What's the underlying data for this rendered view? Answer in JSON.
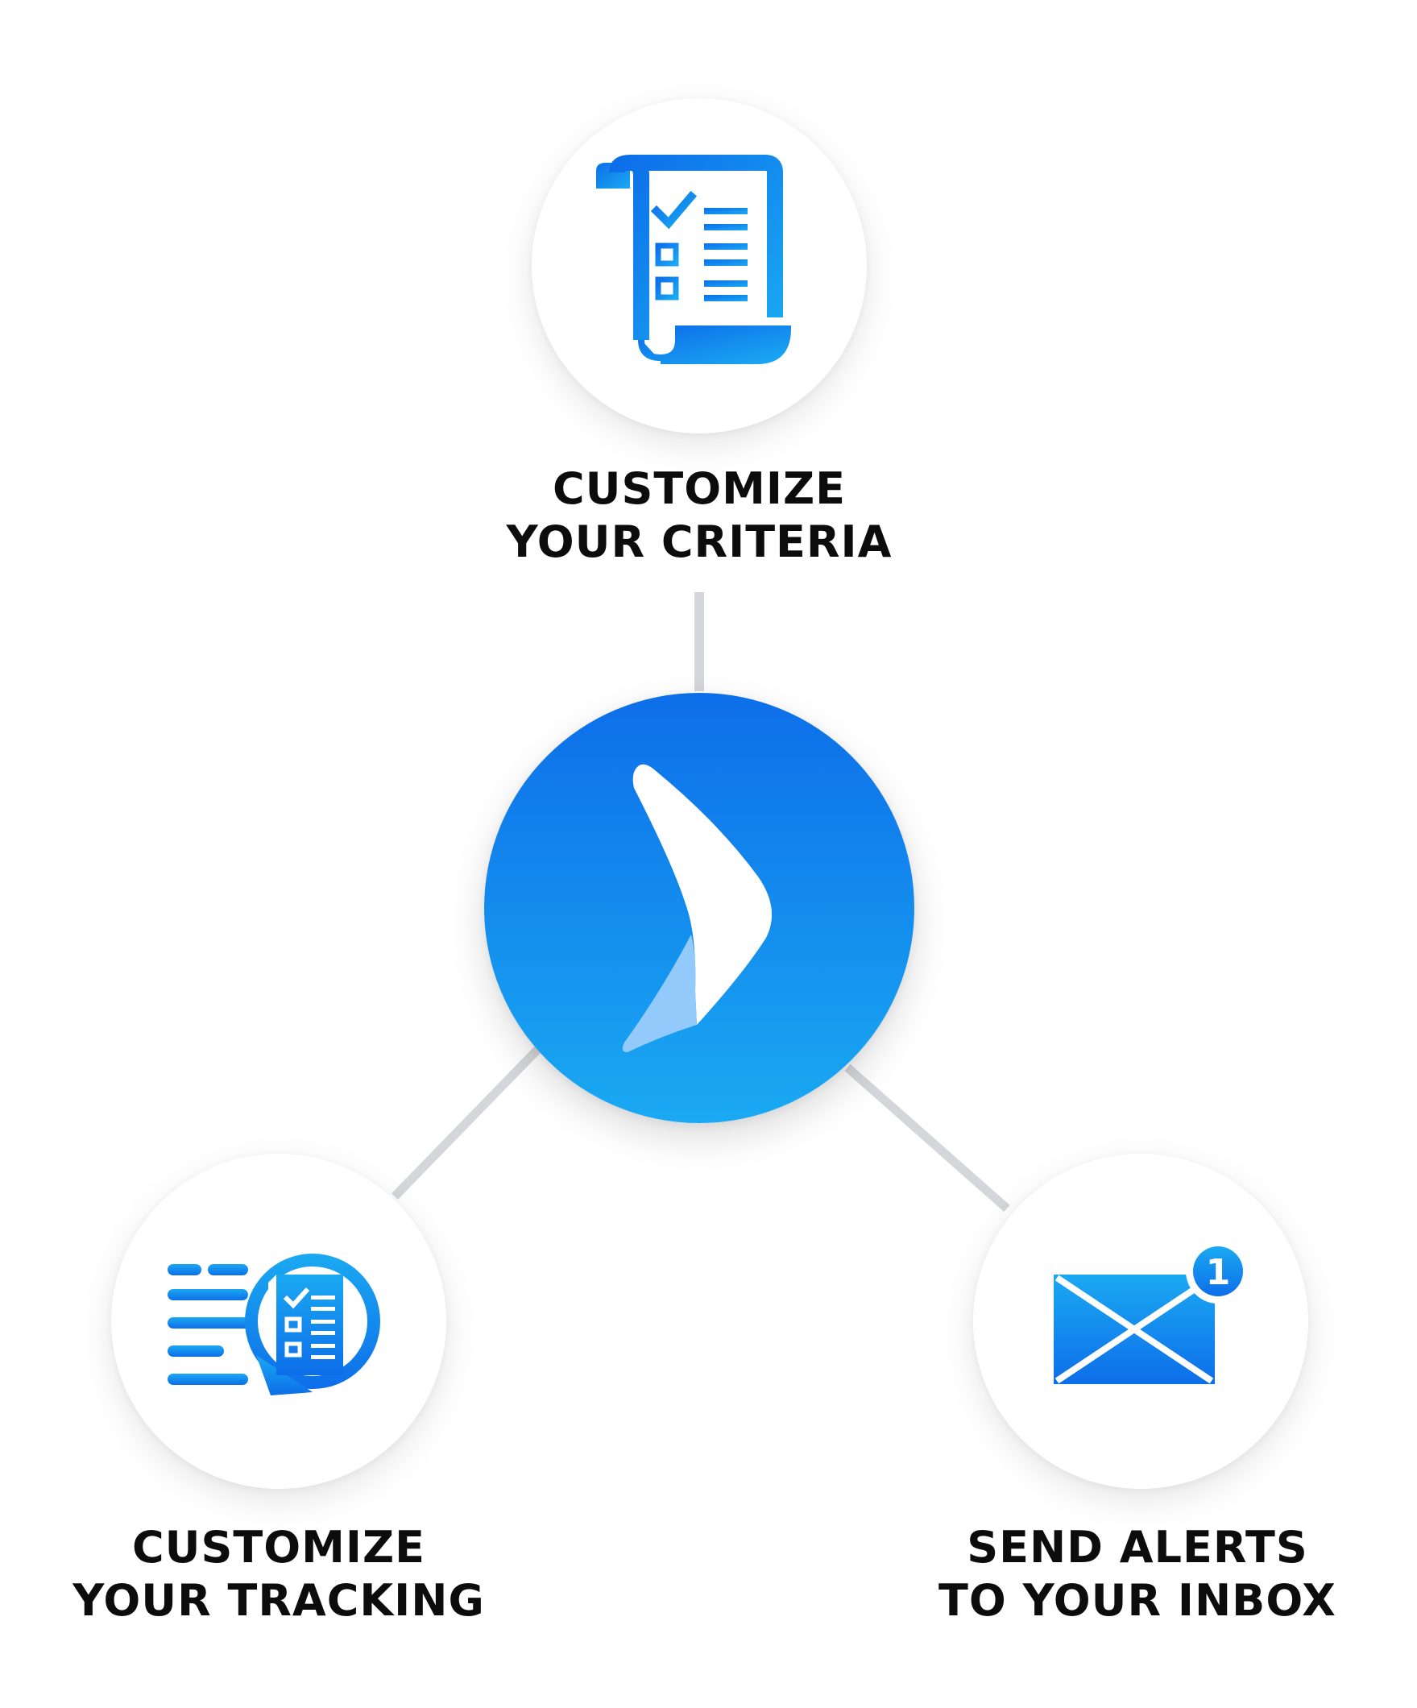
{
  "nodes": {
    "top": {
      "icon": "checklist-scroll-icon",
      "label_line1": "CUSTOMIZE",
      "label_line2": "YOUR CRITERIA"
    },
    "left": {
      "icon": "tracking-document-icon",
      "label_line1": "CUSTOMIZE",
      "label_line2": "YOUR TRACKING"
    },
    "right": {
      "icon": "envelope-notification-icon",
      "badge": "1",
      "label_line1": "SEND ALERTS",
      "label_line2": "TO YOUR INBOX"
    },
    "center": {
      "icon": "boomerang-logo-icon"
    }
  },
  "colors": {
    "accent_dark": "#0d6ee9",
    "accent_light": "#1aa9f2",
    "connector": "#d4d6d9",
    "text": "#0c0c0c"
  }
}
